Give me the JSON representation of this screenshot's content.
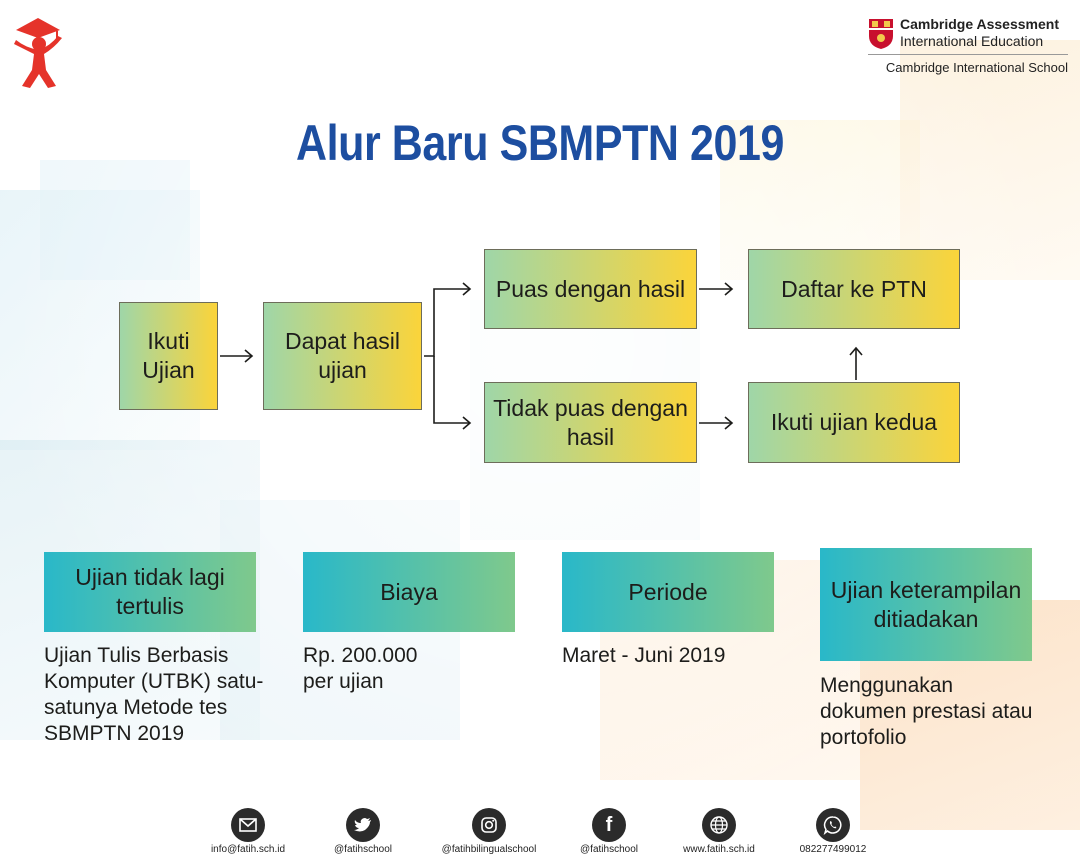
{
  "header": {
    "cambridge_line1": "Cambridge Assessment",
    "cambridge_line2": "International Education",
    "cambridge_line3": "Cambridge International School"
  },
  "title": "Alur Baru SBMPTN 2019",
  "flow": {
    "step1": "Ikuti Ujian",
    "step2": "Dapat hasil ujian",
    "satisfied": "Puas dengan hasil",
    "unsatisfied": "Tidak puas dengan hasil",
    "register": "Daftar ke PTN",
    "second_exam": "Ikuti ujian kedua"
  },
  "info": [
    {
      "heading": "Ujian tidak lagi tertulis",
      "desc": "Ujian Tulis Berbasis Komputer (UTBK) satu-satunya Metode tes SBMPTN 2019"
    },
    {
      "heading": "Biaya",
      "desc": "Rp. 200.000 per ujian"
    },
    {
      "heading": "Periode",
      "desc": "Maret - Juni 2019"
    },
    {
      "heading": "Ujian keterampilan ditiadakan",
      "desc": "Menggunakan dokumen prestasi atau portofolio"
    }
  ],
  "footer": [
    {
      "icon": "email-icon",
      "label": "info@fatih.sch.id"
    },
    {
      "icon": "twitter-icon",
      "label": "@fatihschool"
    },
    {
      "icon": "instagram-icon",
      "label": "@fatihbilingualschool"
    },
    {
      "icon": "facebook-icon",
      "label": "@fatihschool"
    },
    {
      "icon": "globe-icon",
      "label": "www.fatih.sch.id"
    },
    {
      "icon": "whatsapp-icon",
      "label": "082277499012"
    }
  ],
  "colors": {
    "title": "#1d4ea0",
    "flow_box_start": "#9fd6a8",
    "flow_box_end": "#fbd43a",
    "info_box_start": "#29b8c9",
    "info_box_end": "#7fc98c",
    "logo_red": "#e5332a"
  }
}
